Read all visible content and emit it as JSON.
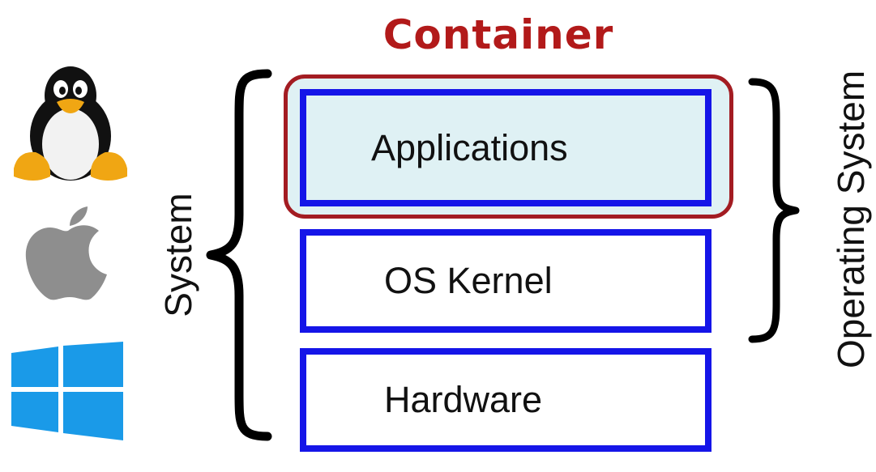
{
  "title": "Container",
  "layers": [
    {
      "label": "Applications"
    },
    {
      "label": "OS Kernel"
    },
    {
      "label": "Hardware"
    }
  ],
  "left_brace_label": "System",
  "right_brace_label": "Operating System",
  "icons": [
    "linux-tux-icon",
    "apple-icon",
    "windows-icon"
  ],
  "colors": {
    "container": "#a31c22",
    "title": "#b21a1a",
    "layer_border": "#1515e8",
    "container_fill": "#dff1f4"
  }
}
